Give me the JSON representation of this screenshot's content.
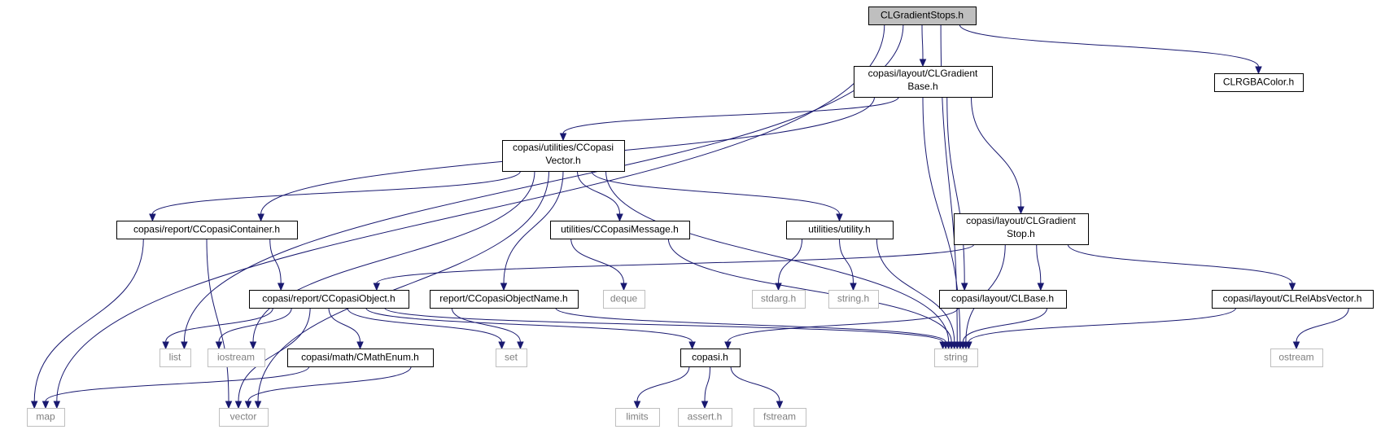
{
  "title": "CLGradientStops.h",
  "colors": {
    "edge": "#191970",
    "root_fill": "#bfbfbf",
    "local_border": "#000000",
    "external_border": "#bfbfbf",
    "external_text": "#7f7f7f"
  },
  "nodes": {
    "root": [
      "CLGradientStops.h"
    ],
    "cl_gradient_base": [
      "copasi/layout/CLGradient",
      "Base.h"
    ],
    "clrgba_color": [
      "CLRGBAColor.h"
    ],
    "ccopasi_vector": [
      "copasi/utilities/CCopasi",
      "Vector.h"
    ],
    "ccopasi_container": [
      "copasi/report/CCopasiContainer.h"
    ],
    "ccopasi_message": [
      "utilities/CCopasiMessage.h"
    ],
    "utility": [
      "utilities/utility.h"
    ],
    "cl_gradient_stop": [
      "copasi/layout/CLGradient",
      "Stop.h"
    ],
    "ccopasi_object": [
      "copasi/report/CCopasiObject.h"
    ],
    "ccopasi_object_name": [
      "report/CCopasiObjectName.h"
    ],
    "deque": [
      "deque"
    ],
    "stdarg": [
      "stdarg.h"
    ],
    "string_h": [
      "string.h"
    ],
    "cl_base": [
      "copasi/layout/CLBase.h"
    ],
    "cl_rel_abs_vector": [
      "copasi/layout/CLRelAbsVector.h"
    ],
    "list": [
      "list"
    ],
    "iostream": [
      "iostream"
    ],
    "cmath_enum": [
      "copasi/math/CMathEnum.h"
    ],
    "set": [
      "set"
    ],
    "copasi_h": [
      "copasi.h"
    ],
    "string": [
      "string"
    ],
    "ostream": [
      "ostream"
    ],
    "map": [
      "map"
    ],
    "vector": [
      "vector"
    ],
    "limits": [
      "limits"
    ],
    "assert": [
      "assert.h"
    ],
    "fstream": [
      "fstream"
    ]
  },
  "edges": [
    [
      "root",
      "cl_gradient_base"
    ],
    [
      "root",
      "clrgba_color"
    ],
    [
      "root",
      "map"
    ],
    [
      "root",
      "list"
    ],
    [
      "root",
      "string"
    ],
    [
      "cl_gradient_base",
      "ccopasi_vector"
    ],
    [
      "cl_gradient_base",
      "ccopasi_container"
    ],
    [
      "cl_gradient_base",
      "cl_gradient_stop"
    ],
    [
      "cl_gradient_base",
      "cl_base"
    ],
    [
      "cl_gradient_base",
      "string"
    ],
    [
      "ccopasi_vector",
      "ccopasi_container"
    ],
    [
      "ccopasi_vector",
      "ccopasi_message"
    ],
    [
      "ccopasi_vector",
      "utility"
    ],
    [
      "ccopasi_vector",
      "ccopasi_object_name"
    ],
    [
      "ccopasi_vector",
      "iostream"
    ],
    [
      "ccopasi_vector",
      "vector"
    ],
    [
      "ccopasi_vector",
      "string"
    ],
    [
      "ccopasi_container",
      "ccopasi_object"
    ],
    [
      "ccopasi_container",
      "map"
    ],
    [
      "ccopasi_container",
      "vector"
    ],
    [
      "ccopasi_message",
      "deque"
    ],
    [
      "ccopasi_message",
      "string"
    ],
    [
      "utility",
      "stdarg"
    ],
    [
      "utility",
      "string_h"
    ],
    [
      "utility",
      "string"
    ],
    [
      "cl_gradient_stop",
      "ccopasi_object"
    ],
    [
      "cl_gradient_stop",
      "cl_base"
    ],
    [
      "cl_gradient_stop",
      "cl_rel_abs_vector"
    ],
    [
      "cl_gradient_stop",
      "string"
    ],
    [
      "ccopasi_object",
      "list"
    ],
    [
      "ccopasi_object",
      "iostream"
    ],
    [
      "ccopasi_object",
      "cmath_enum"
    ],
    [
      "ccopasi_object",
      "set"
    ],
    [
      "ccopasi_object",
      "copasi_h"
    ],
    [
      "ccopasi_object",
      "string"
    ],
    [
      "ccopasi_object",
      "vector"
    ],
    [
      "ccopasi_object_name",
      "set"
    ],
    [
      "ccopasi_object_name",
      "string"
    ],
    [
      "cl_base",
      "copasi_h"
    ],
    [
      "cl_base",
      "string"
    ],
    [
      "cl_rel_abs_vector",
      "ostream"
    ],
    [
      "cl_rel_abs_vector",
      "string"
    ],
    [
      "cmath_enum",
      "map"
    ],
    [
      "cmath_enum",
      "vector"
    ],
    [
      "copasi_h",
      "limits"
    ],
    [
      "copasi_h",
      "assert"
    ],
    [
      "copasi_h",
      "fstream"
    ]
  ]
}
